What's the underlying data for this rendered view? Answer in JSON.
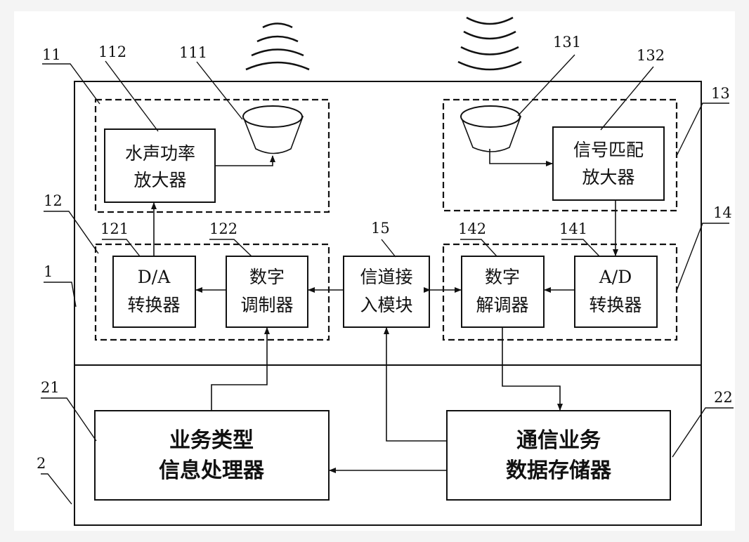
{
  "blocks": {
    "power_amp": {
      "line1": "水声功率",
      "line2": "放大器"
    },
    "signal_amp": {
      "line1": "信号匹配",
      "line2": "放大器"
    },
    "da": {
      "line1": "D/A",
      "line2": "转换器"
    },
    "modulator": {
      "line1": "数字",
      "line2": "调制器"
    },
    "channel": {
      "line1": "信道接",
      "line2": "入模块"
    },
    "demodulator": {
      "line1": "数字",
      "line2": "解调器"
    },
    "ad": {
      "line1": "A/D",
      "line2": "转换器"
    },
    "service_proc": {
      "line1": "业务类型",
      "line2": "信息处理器"
    },
    "data_store": {
      "line1": "通信业务",
      "line2": "数据存储器"
    }
  },
  "refs": {
    "r1": "1",
    "r2": "2",
    "r11": "11",
    "r12": "12",
    "r13": "13",
    "r14": "14",
    "r15": "15",
    "r111": "111",
    "r112": "112",
    "r121": "121",
    "r122": "122",
    "r131": "131",
    "r132": "132",
    "r141": "141",
    "r142": "142",
    "r21": "21",
    "r22": "22"
  }
}
